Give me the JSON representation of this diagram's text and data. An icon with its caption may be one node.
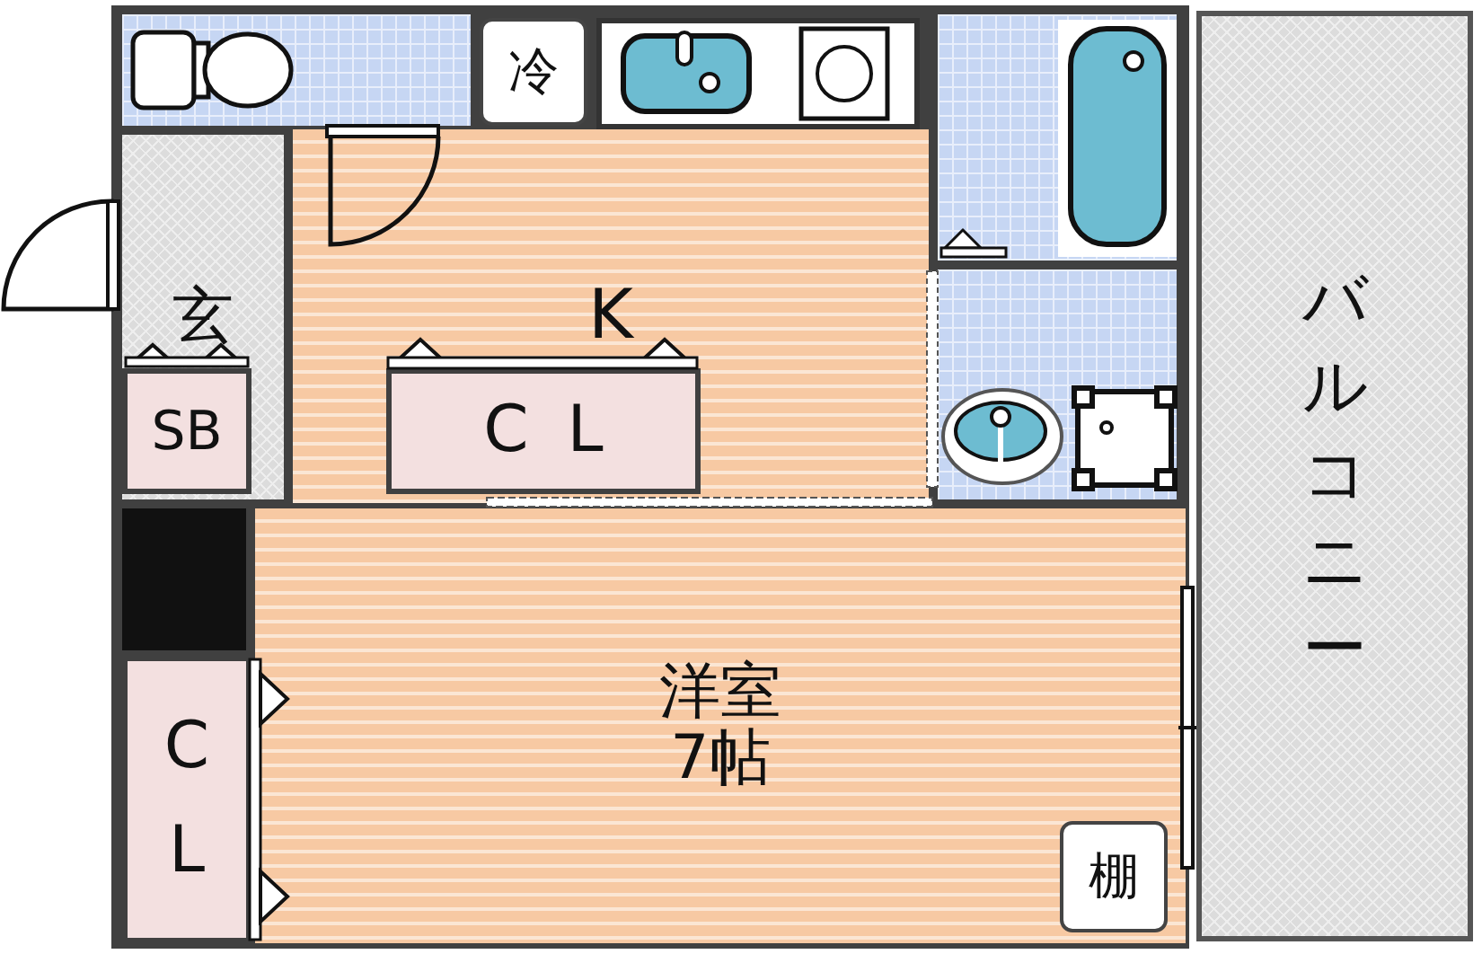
{
  "diagram": {
    "nodes": [
      {
        "text": [
          "冷"
        ]
      },
      {
        "text": [
          "玄"
        ]
      },
      {
        "text": [
          "K"
        ]
      },
      {
        "text": [
          "SB"
        ],
        "in": 1
      },
      {
        "text": [
          "C L"
        ],
        "in": 2
      },
      {
        "text": [
          "洋室",
          "7帖"
        ]
      },
      {
        "text": [
          "C L"
        ]
      },
      {
        "text": [
          "棚"
        ],
        "in": 5
      },
      {
        "text": [
          "バルコニー"
        ]
      }
    ]
  }
}
